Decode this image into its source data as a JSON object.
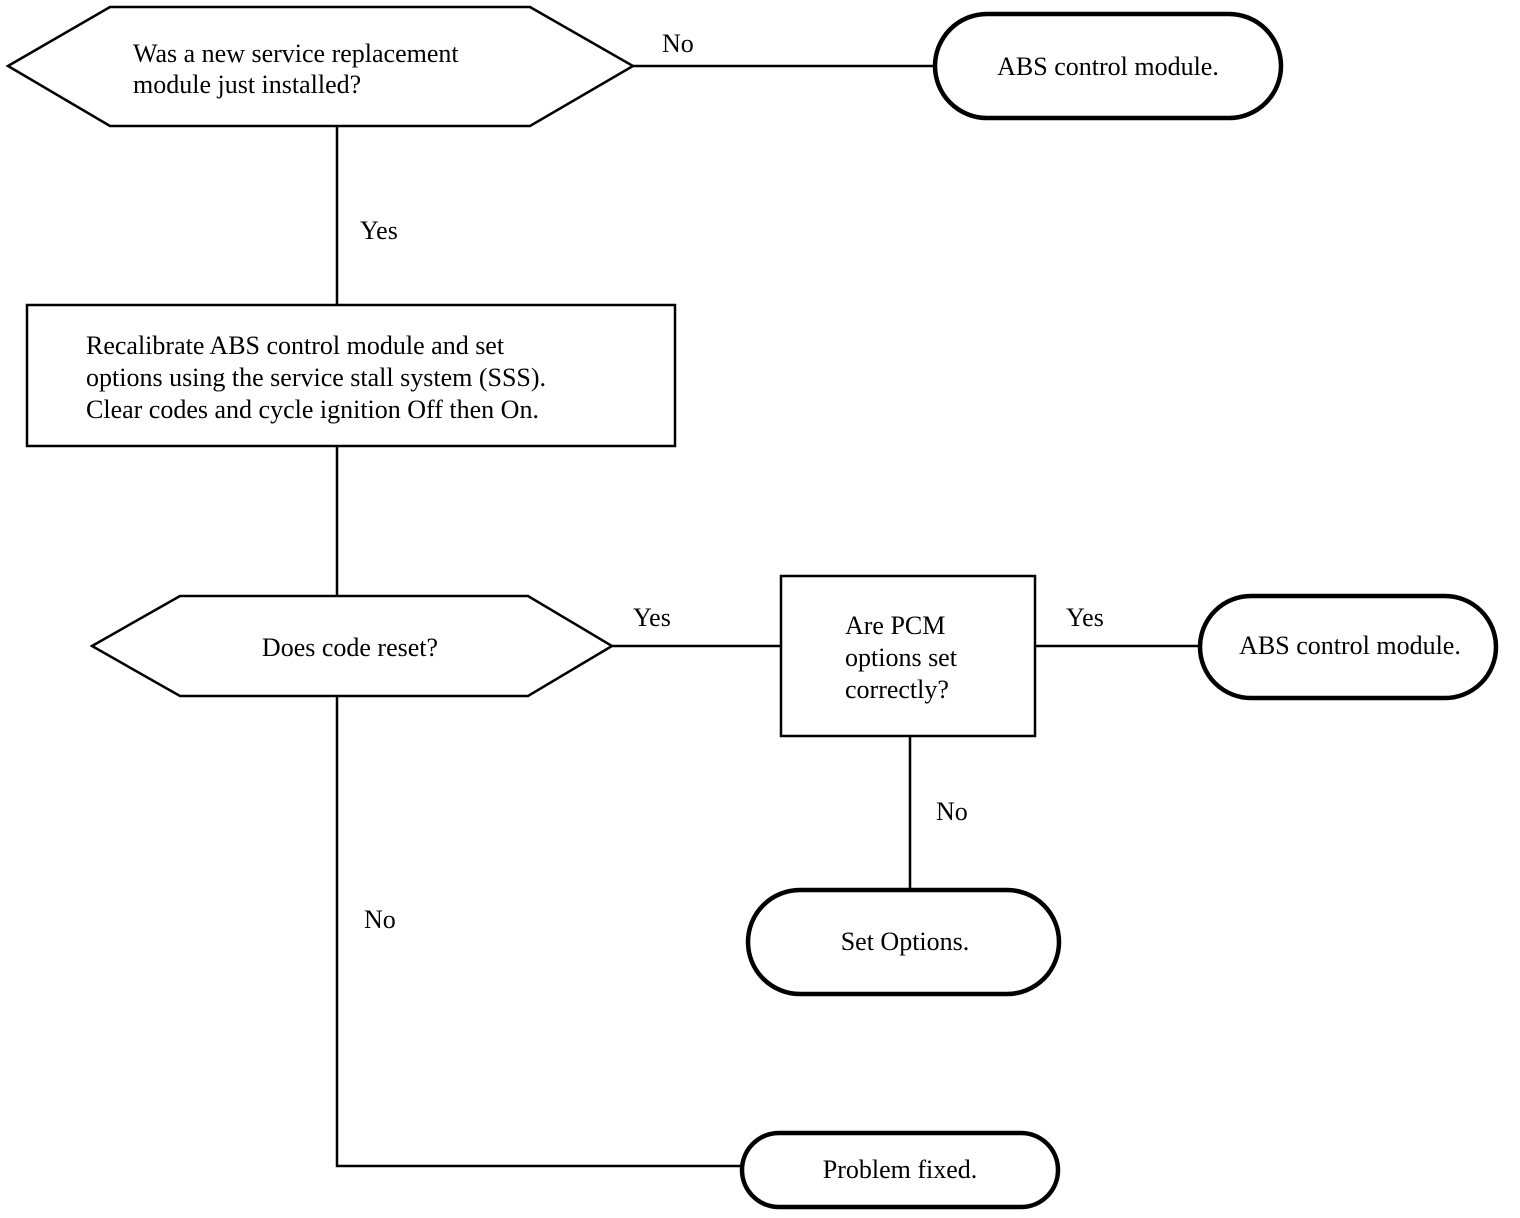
{
  "nodes": {
    "q_new_module": {
      "lines": [
        "Was a new service replacement",
        "module just installed?"
      ]
    },
    "end_abs_top": {
      "label": "ABS control module."
    },
    "recalibrate": {
      "lines": [
        "Recalibrate ABS control module and set",
        "options using the service stall system (SSS).",
        "Clear codes and cycle ignition Off then On."
      ]
    },
    "q_code_reset": {
      "label": "Does code reset?"
    },
    "q_pcm_options": {
      "lines": [
        "Are PCM",
        "options set",
        "correctly?"
      ]
    },
    "end_abs_right": {
      "label": "ABS control module."
    },
    "end_set_options": {
      "label": "Set Options."
    },
    "end_problem_fixed": {
      "label": "Problem fixed."
    }
  },
  "edges": {
    "new_module_no": "No",
    "new_module_yes": "Yes",
    "code_reset_yes": "Yes",
    "code_reset_no": "No",
    "pcm_yes": "Yes",
    "pcm_no": "No"
  }
}
